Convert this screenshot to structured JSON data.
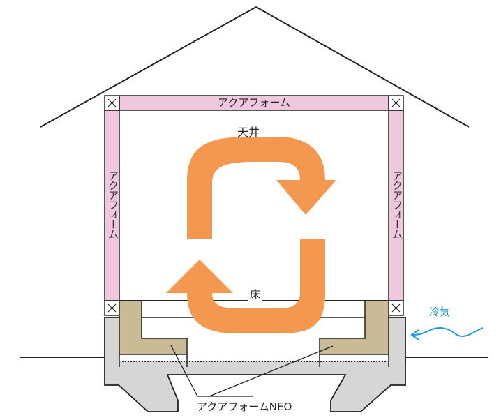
{
  "labels": {
    "ceiling_insulation": "アクアフォーム",
    "left_wall_insulation": "アクアフォーム",
    "right_wall_insulation": "アクアフォーム",
    "ceiling": "天井",
    "floor": "床",
    "cold_air": "冷気",
    "foundation_insulation": "アクアフォームNEO"
  },
  "colors": {
    "insulation_pink": "#f0c8de",
    "airflow_orange": "#f4984f",
    "foundation_gray": "#d6d6d6",
    "neo_insulation_tan": "#c9bb95",
    "cold_air_blue": "#1a9be0",
    "outline": "#222222"
  },
  "icons": {
    "airflow": "circulation-arrows-icon",
    "cold_air": "wavy-arrow-icon",
    "corner": "cross-box-icon"
  }
}
